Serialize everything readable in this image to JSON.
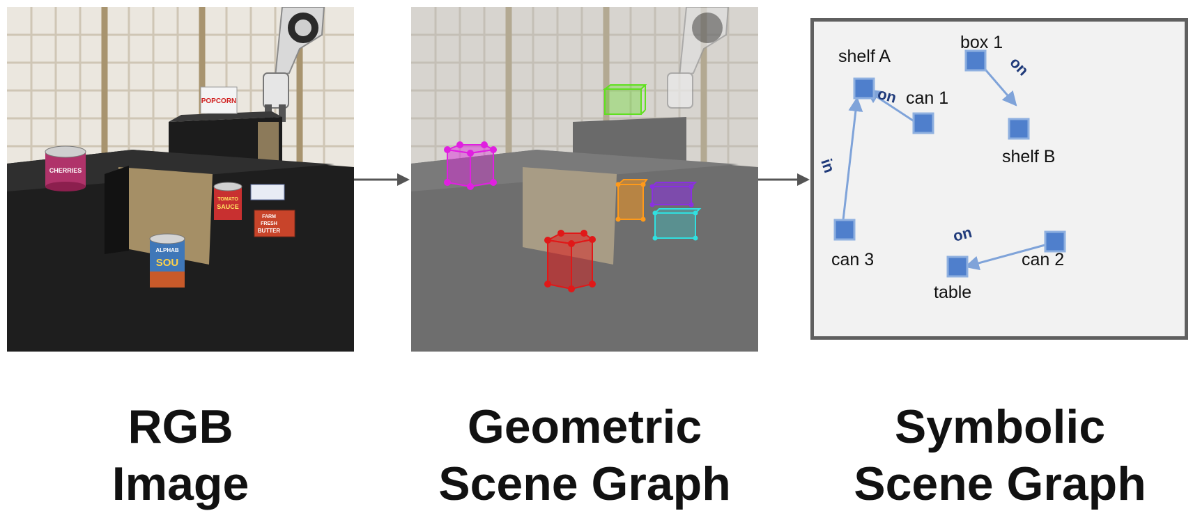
{
  "panels": {
    "rgb": {
      "caption": [
        "RGB",
        "Image"
      ]
    },
    "geometric": {
      "caption": [
        "Geometric",
        "Scene Graph"
      ]
    },
    "symbolic": {
      "caption": [
        "Symbolic",
        "Scene Graph"
      ]
    }
  },
  "product_labels": {
    "popcorn": "POPCORN",
    "cherries": "CHERRIES",
    "tomato_sauce": [
      "TOMATO",
      "SAUCE"
    ],
    "butter": [
      "FARM",
      "FRESH",
      "BUTTER"
    ],
    "alphabet_soup": [
      "ALPHAB",
      "SOU"
    ]
  },
  "symbolic_graph": {
    "nodes": [
      {
        "id": "shelfA",
        "label": "shelf A"
      },
      {
        "id": "box1",
        "label": "box 1"
      },
      {
        "id": "can1",
        "label": "can 1"
      },
      {
        "id": "shelfB",
        "label": "shelf B"
      },
      {
        "id": "can3",
        "label": "can 3"
      },
      {
        "id": "table",
        "label": "table"
      },
      {
        "id": "can2",
        "label": "can 2"
      }
    ],
    "edges": [
      {
        "from": "can1",
        "to": "shelfA",
        "label": "on"
      },
      {
        "from": "box1",
        "to": "shelfB",
        "label": "on"
      },
      {
        "from": "can3",
        "to": "shelfA",
        "label": "in"
      },
      {
        "from": "can2",
        "to": "table",
        "label": "on"
      }
    ]
  },
  "colors": {
    "node_fill": "#4f7fcc",
    "node_stroke": "#8fb0e0",
    "edge": "#7fa3d9",
    "edge_label": "#1f3a7a",
    "box_magenta": "#e020e0",
    "box_green": "#60e020",
    "box_orange": "#ff9a1a",
    "box_purple": "#8a30e0",
    "box_cyan": "#30e0e0",
    "box_red": "#e01818"
  }
}
